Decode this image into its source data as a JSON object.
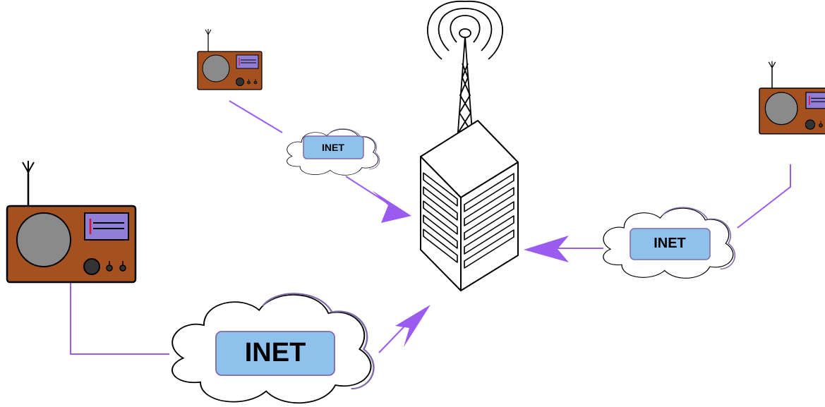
{
  "colors": {
    "connector": "#9a5cf0",
    "radio_body": "#a5501f",
    "radio_dial": "#8a8a8a",
    "radio_screen": "#8f7fd6",
    "radio_needle": "#e0102a",
    "label_box": "#8ec2ec",
    "label_border": "#7f6aa8",
    "cloud_fill": "#ffffff",
    "outline": "#000000"
  },
  "icons": {
    "tower": "transmission-tower-icon",
    "building": "server-building-icon",
    "radio": "radio-icon",
    "cloud": "cloud-icon"
  },
  "clouds": [
    {
      "id": "cloud-top",
      "label": "INET"
    },
    {
      "id": "cloud-right",
      "label": "INET"
    },
    {
      "id": "cloud-bottom",
      "label": "INET"
    }
  ]
}
